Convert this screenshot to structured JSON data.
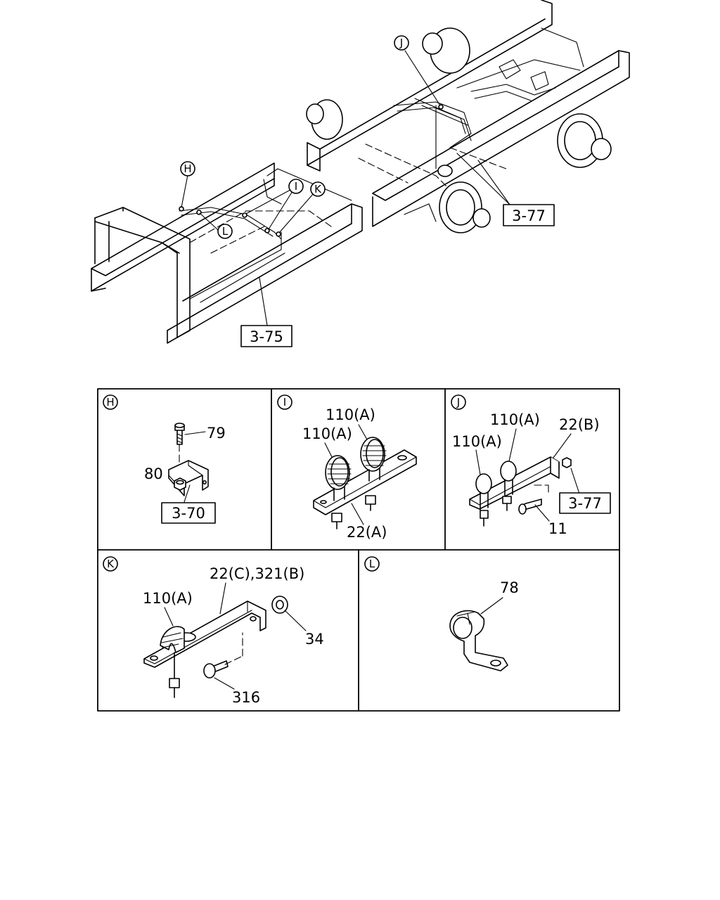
{
  "main_diagram": {
    "callouts": {
      "h": "H",
      "i": "I",
      "j": "J",
      "k": "K",
      "l": "L"
    },
    "refs": {
      "ref_375": "3-75",
      "ref_377": "3-77"
    }
  },
  "details": {
    "h": {
      "letter": "H",
      "parts": [
        "79",
        "80"
      ],
      "ref": "3-70"
    },
    "i": {
      "letter": "I",
      "parts": [
        "110(A)",
        "110(A)",
        "22(A)"
      ]
    },
    "j": {
      "letter": "J",
      "parts": [
        "110(A)",
        "110(A)",
        "22(B)",
        "11"
      ],
      "ref": "3-77"
    },
    "k": {
      "letter": "K",
      "parts": [
        "22(C),321(B)",
        "110(A)",
        "34",
        "316"
      ]
    },
    "l": {
      "letter": "L",
      "parts": [
        "78"
      ]
    }
  }
}
